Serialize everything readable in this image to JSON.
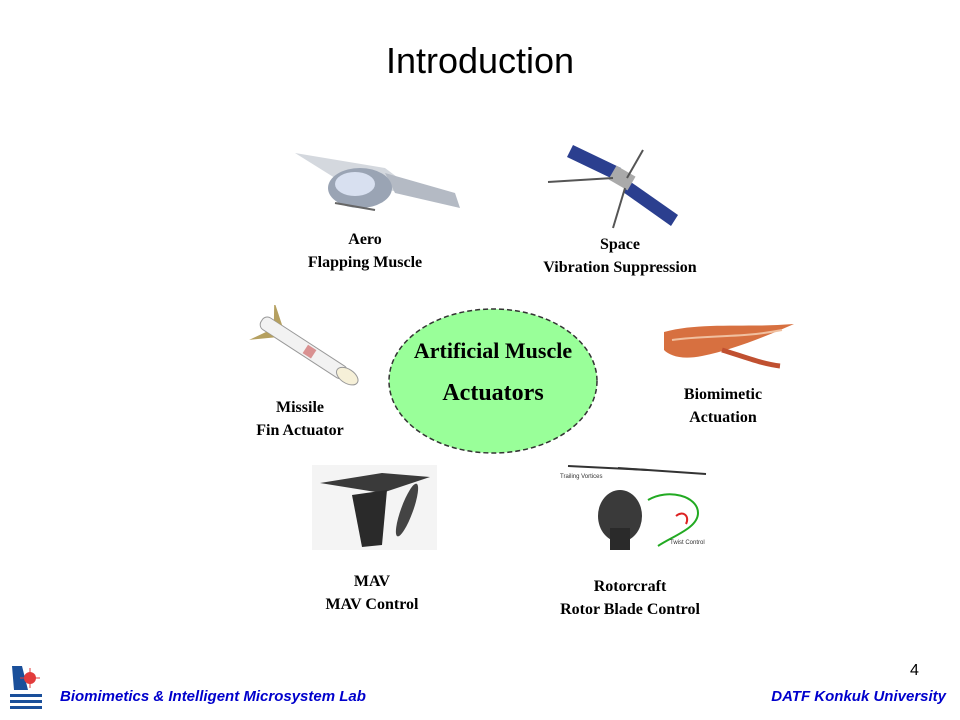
{
  "slide": {
    "title": "Introduction",
    "page_number": "4",
    "center": {
      "line1": "Artificial Muscle",
      "line2": "Actuators",
      "fill": "#99ff99"
    },
    "items": {
      "aero": {
        "line1": "Aero",
        "line2": "Flapping Muscle"
      },
      "space": {
        "line1": "Space",
        "line2": "Vibration Suppression"
      },
      "missile": {
        "line1": "Missile",
        "line2": "Fin Actuator"
      },
      "biomimetic": {
        "line1": "Biomimetic",
        "line2": "Actuation"
      },
      "mav": {
        "line1": "MAV",
        "line2": "MAV Control"
      },
      "rotor": {
        "line1": "Rotorcraft",
        "line2": "Rotor Blade Control"
      }
    },
    "rotor_annotations": {
      "trailing": "Trailing Vortices",
      "twist": "Twist Control"
    },
    "footer": {
      "left": "Biomimetics & Intelligent Microsystem Lab",
      "right": "DATF Konkuk University",
      "color": "#0000cc"
    }
  }
}
